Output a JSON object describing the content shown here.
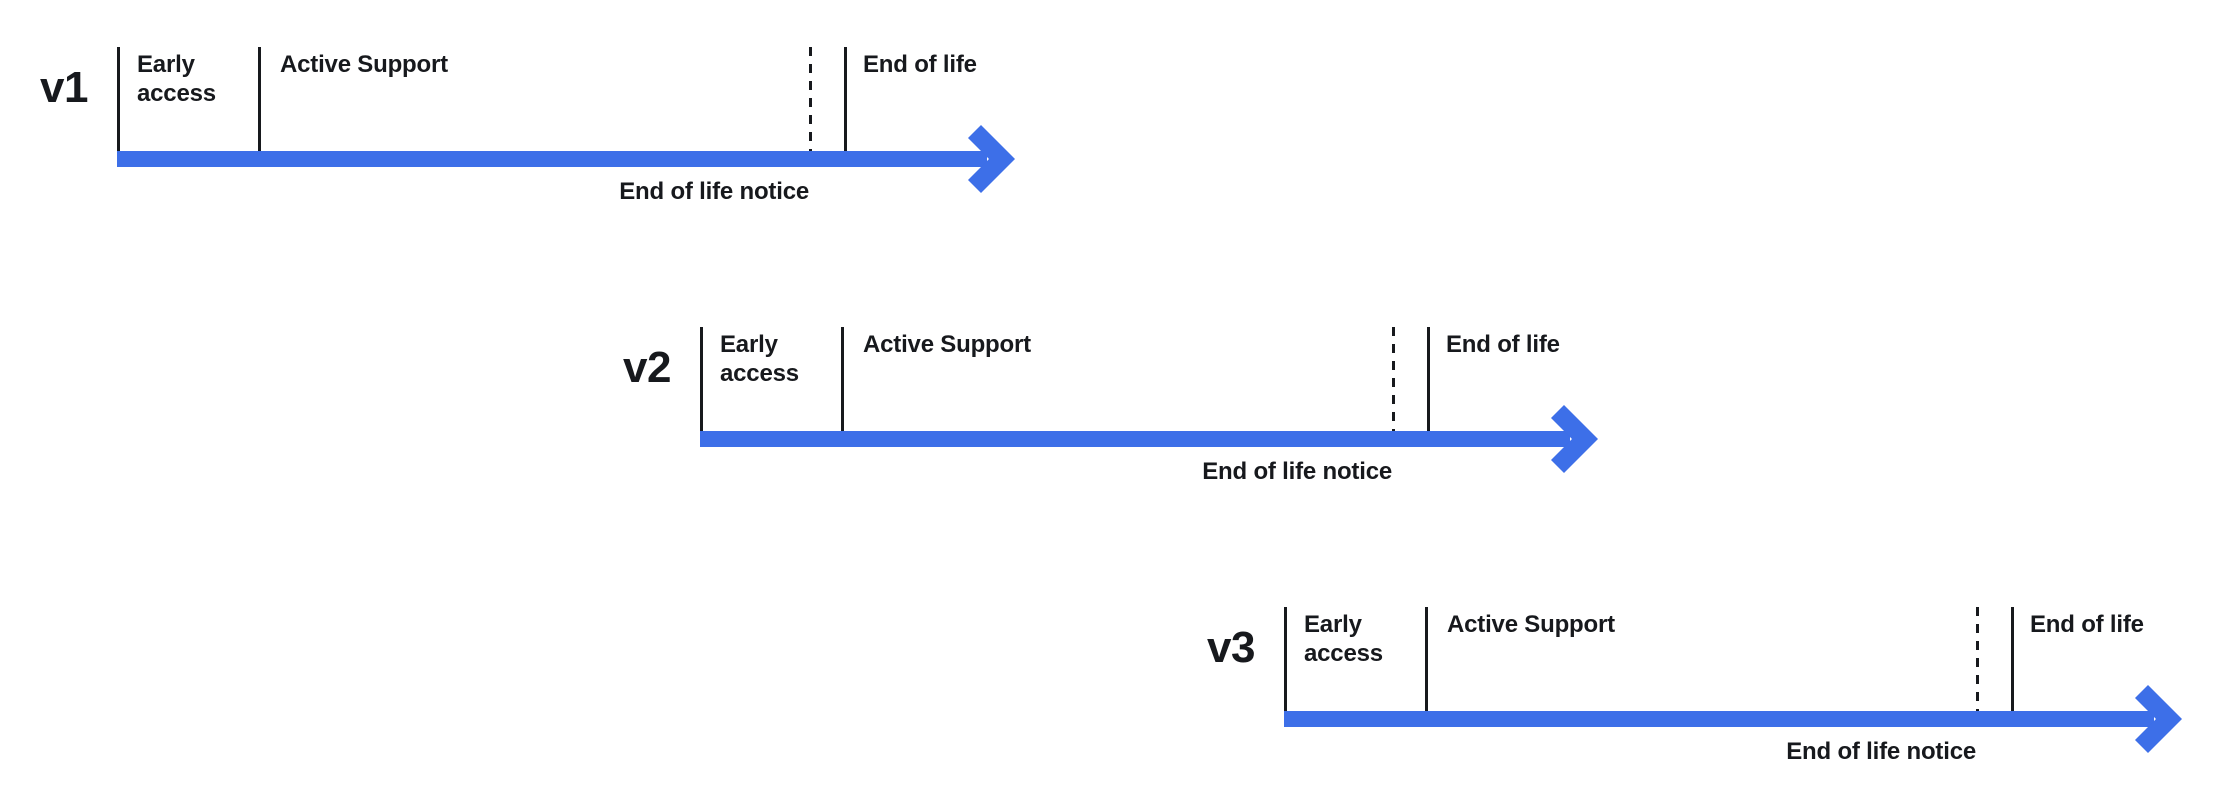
{
  "diagram": {
    "type": "version-lifecycle-timeline",
    "colors": {
      "arrow": "#3D6FE8",
      "tick_line": "#17191d",
      "text": "#17191d",
      "background": "#ffffff"
    },
    "rows": [
      {
        "version": "v1",
        "phases": {
          "early_access": "Early access",
          "active_support": "Active Support",
          "end_of_life": "End of life"
        },
        "notice": "End of life notice"
      },
      {
        "version": "v2",
        "phases": {
          "early_access": "Early access",
          "active_support": "Active Support",
          "end_of_life": "End of life"
        },
        "notice": "End of life notice"
      },
      {
        "version": "v3",
        "phases": {
          "early_access": "Early access",
          "active_support": "Active Support",
          "end_of_life": "End of life"
        },
        "notice": "End of life notice"
      }
    ]
  }
}
